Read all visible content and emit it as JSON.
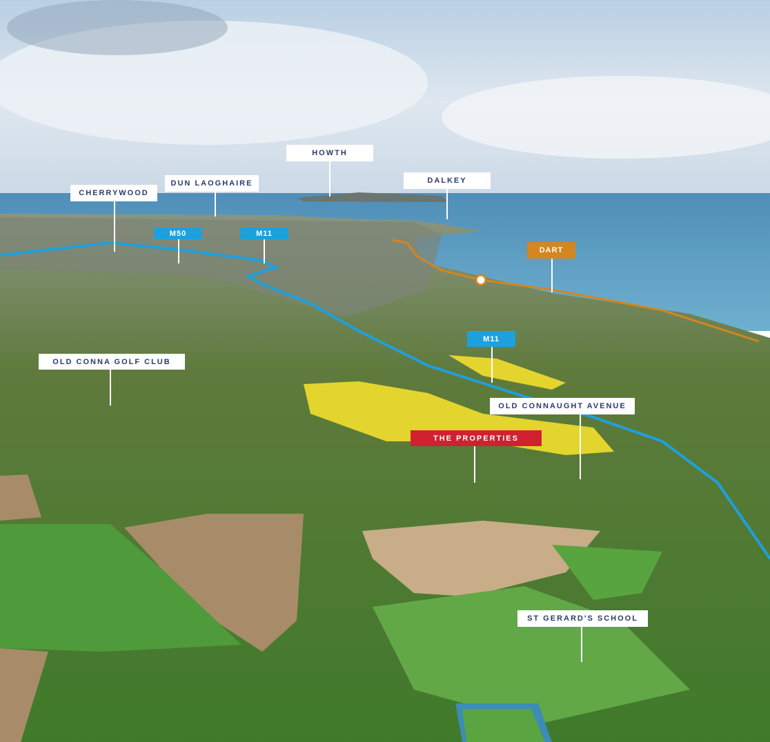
{
  "colors": {
    "motorway": "#1ea0dc",
    "rail": "#d4861f",
    "highlight": "#d12030",
    "label_text": "#2b3a6b"
  },
  "labels": {
    "cherrywood": "CHERRYWOOD",
    "dun_laoghaire": "DUN LAOGHAIRE",
    "howth": "HOWTH",
    "dalkey": "DALKEY",
    "m50": "M50",
    "m11_north": "M11",
    "dart": "DART",
    "m11_south": "M11",
    "old_conna": "OLD CONNA GOLF CLUB",
    "old_connaught": "OLD CONNAUGHT AVENUE",
    "properties": "THE PROPERTIES",
    "st_gerards": "ST GERARD'S SCHOOL"
  }
}
